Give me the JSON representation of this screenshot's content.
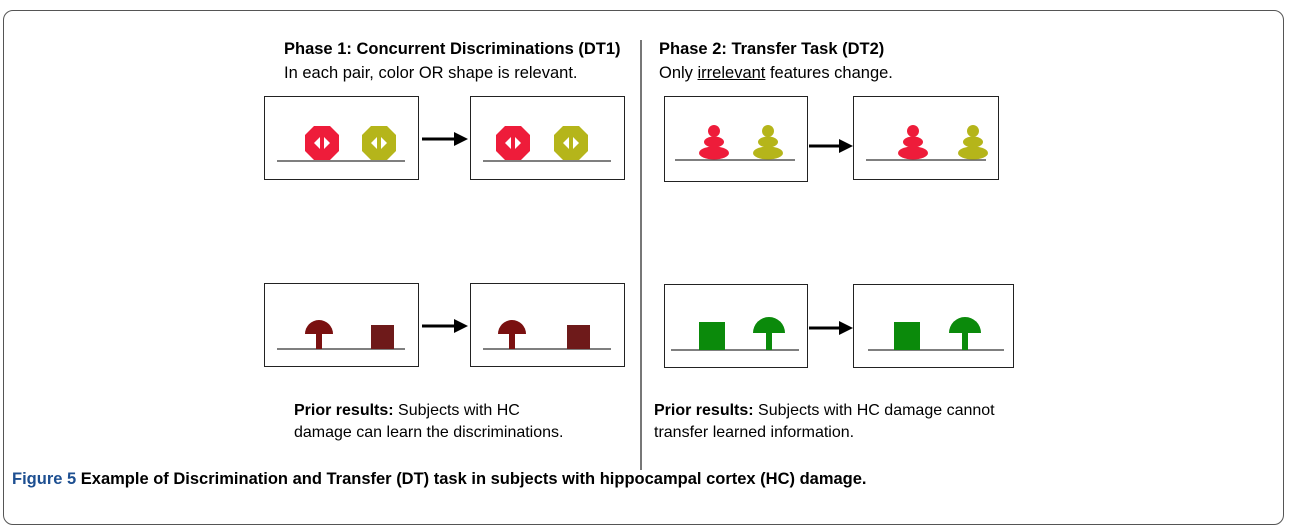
{
  "phase1": {
    "title": "Phase 1: Concurrent Discriminations (DT1)",
    "subtitle": "In each pair, color OR shape is relevant.",
    "result_label": "Prior results:",
    "result_text_line1": " Subjects with HC",
    "result_text_line2": "damage can learn the discriminations."
  },
  "phase2": {
    "title": "Phase 2:  Transfer Task (DT2)",
    "subtitle_pre": "Only ",
    "subtitle_underlined": "irrelevant",
    "subtitle_post": " features change.",
    "result_label": "Prior results:",
    "result_text_line1": " Subjects with HC damage cannot",
    "result_text_line2": "transfer learned information."
  },
  "caption": {
    "figure_number": "Figure 5",
    "text": " Example of Discrimination and Transfer (DT) task in subjects with hippocampal cortex (HC) damage."
  },
  "colors": {
    "red": "#ee1c3a",
    "olive": "#b5b51a",
    "maroon": "#7a1010",
    "dark_red_square": "#6e1a1a",
    "green": "#0b8a0b"
  }
}
